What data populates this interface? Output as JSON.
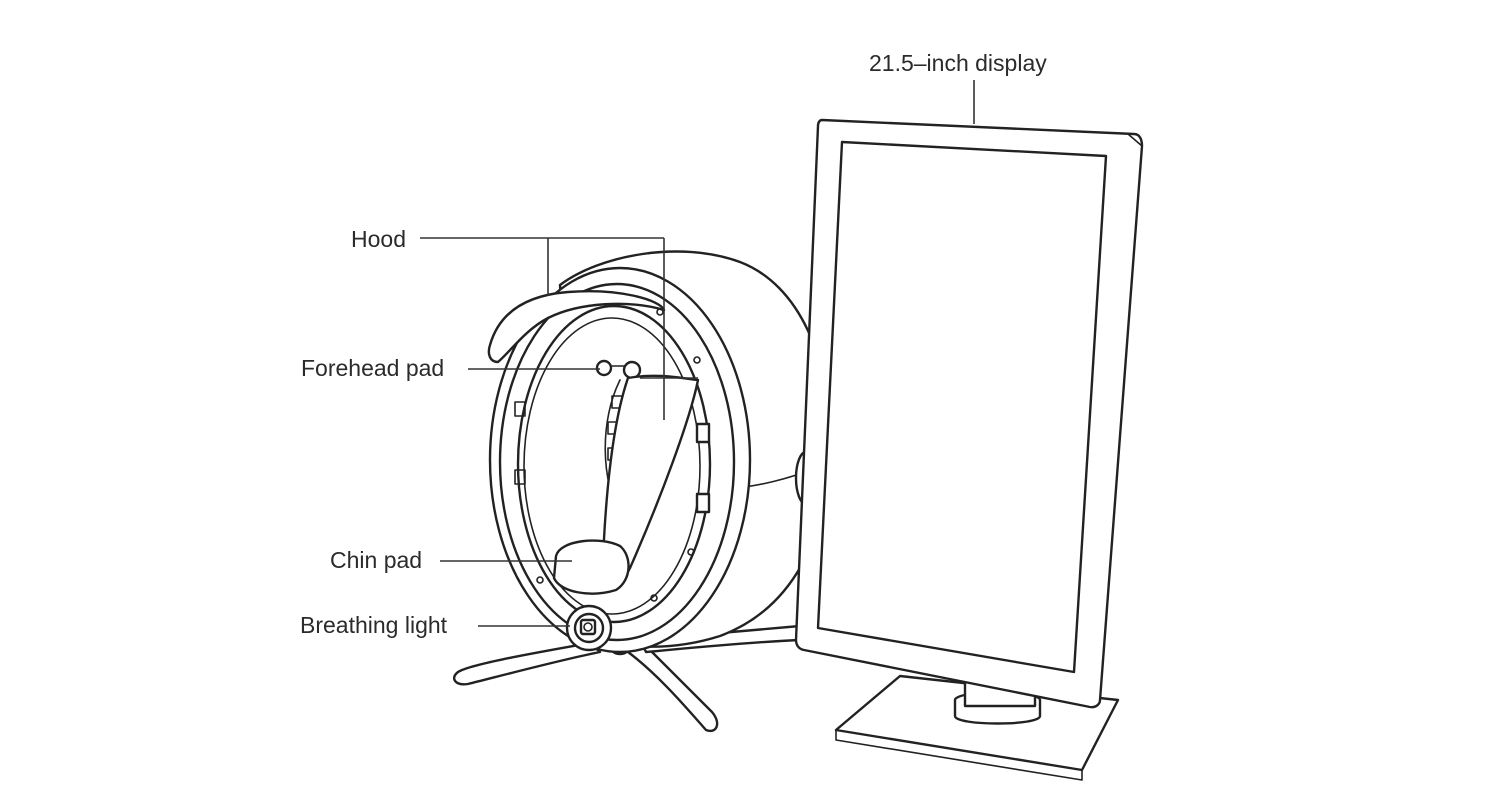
{
  "labels": {
    "display": "21.5–inch display",
    "hood": "Hood",
    "forehead_pad": "Forehead pad",
    "chin_pad": "Chin pad",
    "breathing_light": "Breathing light"
  },
  "colors": {
    "line": "#222222",
    "text": "#2b2b2b",
    "background": "#ffffff"
  }
}
